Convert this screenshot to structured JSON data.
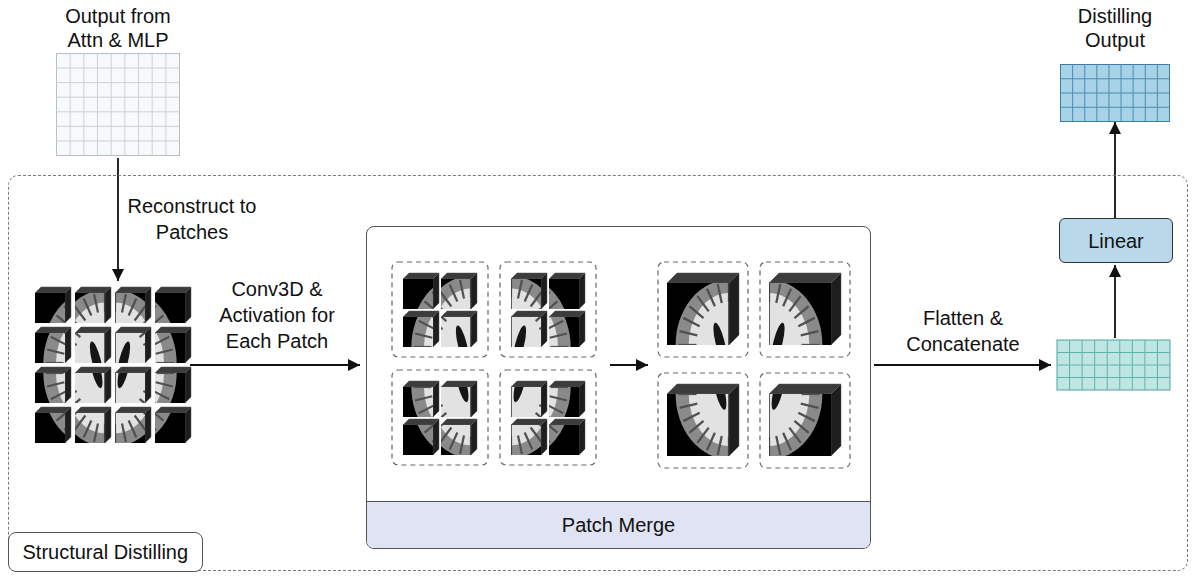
{
  "diagram": {
    "nodes": [
      {
        "text": [
          "Output from Attn & MLP"
        ]
      },
      {
        "text": [
          "Structural Distilling"
        ]
      },
      {
        "text": [
          "Patch Merge"
        ],
        "in": 1
      },
      {
        "text": [
          "Linear"
        ],
        "in": 1
      },
      {
        "text": [
          "Distilling Output"
        ]
      }
    ],
    "edges": [
      {
        "from": 3,
        "to": 4,
        "arrow": "to"
      }
    ],
    "labels": [
      "Reconstruct to Patches",
      "Conv3D & Activation for Each Patch",
      "Flatten & Concatenate"
    ]
  }
}
